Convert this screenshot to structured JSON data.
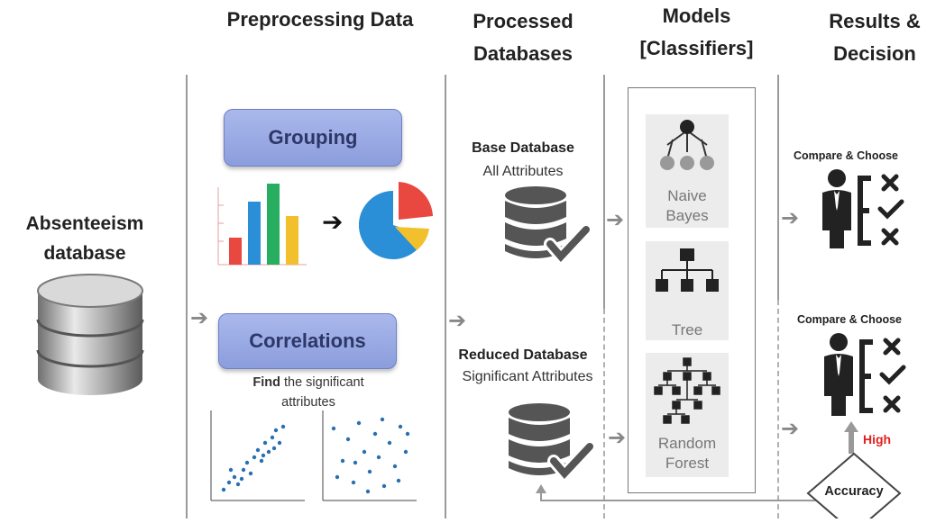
{
  "headers": {
    "preprocessing": "Preprocessing Data",
    "processed": "Processed Databases",
    "models": "Models [Classifiers]",
    "results": "Results & Decision"
  },
  "source": {
    "title": "Absenteeism database"
  },
  "preprocessing": {
    "grouping": "Grouping",
    "correlations": "Correlations",
    "find_bold": "Find",
    "find_rest": " the significant attributes"
  },
  "databases": {
    "base_title": "Base Database",
    "base_sub": "All Attributes",
    "reduced_title": "Reduced Database",
    "reduced_sub": "Significant Attributes"
  },
  "models": {
    "naive_bayes": "Naive Bayes",
    "tree": "Tree",
    "random_forest": "Random Forest"
  },
  "results": {
    "compare_1": "Compare & Choose",
    "compare_2": "Compare & Choose",
    "high": "High",
    "accuracy": "Accuracy"
  },
  "colors": {
    "pill_top": "#aab8ec",
    "pill_bottom": "#8b9ddc",
    "bar_red": "#e8483f",
    "bar_blue": "#2a8fd6",
    "bar_green": "#27ae60",
    "bar_yellow": "#f2c02c",
    "high_red": "#e02020",
    "arrow_gray": "#888888"
  }
}
